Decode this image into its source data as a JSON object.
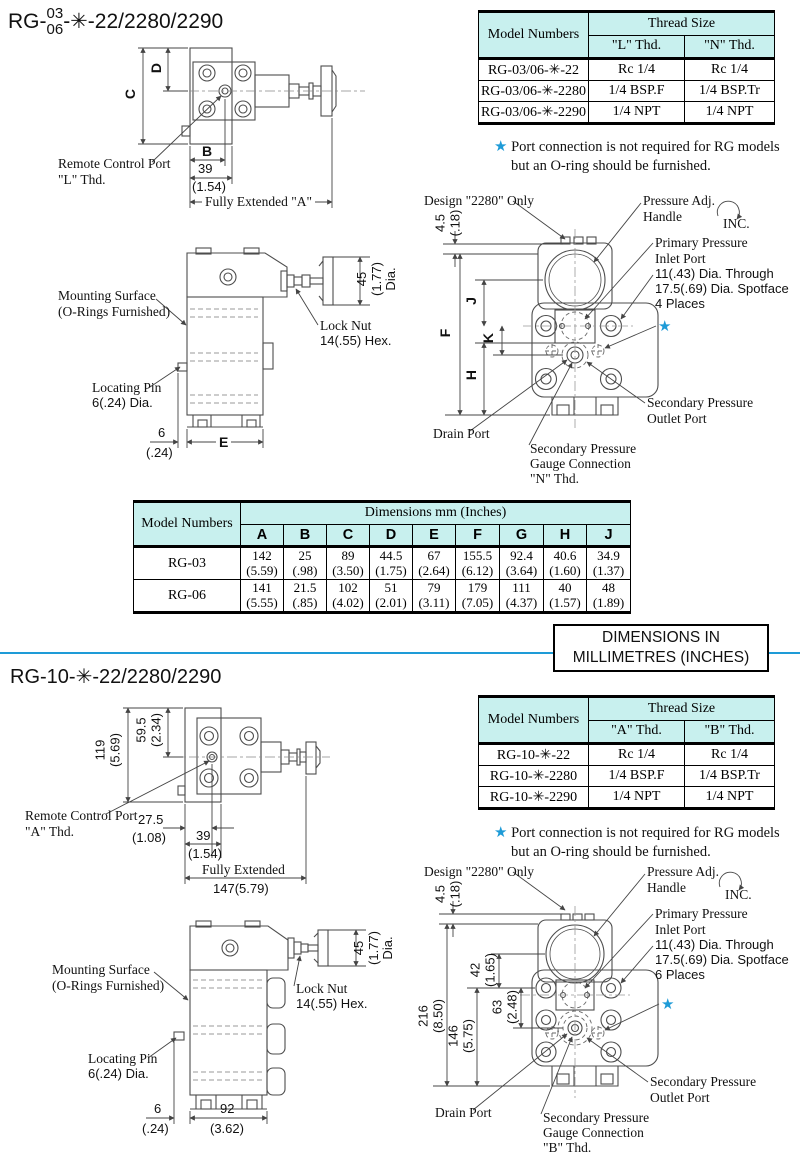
{
  "divider": {
    "line1": "DIMENSIONS IN",
    "line2": "MILLIMETRES (INCHES)"
  },
  "s1": {
    "title": {
      "prefix": "RG-",
      "num_top": "03",
      "num_bottom": "06",
      "suffix": "-✳-22/2280/2290"
    },
    "thread_table": {
      "model_header": "Model Numbers",
      "group_header": "Thread Size",
      "col1": "\"L\" Thd.",
      "col2": "\"N\" Thd.",
      "rows": [
        {
          "model": "RG-03/06-✳-22",
          "v1": "Rc 1/4",
          "v2": "Rc 1/4"
        },
        {
          "model": "RG-03/06-✳-2280",
          "v1": "1/4 BSP.F",
          "v2": "1/4 BSP.Tr"
        },
        {
          "model": "RG-03/06-✳-2290",
          "v1": "1/4 NPT",
          "v2": "1/4 NPT"
        }
      ]
    },
    "note": {
      "star": "★",
      "line1": "Port connection is not required for RG models",
      "line2": "but an O-ring should be furnished."
    },
    "top_view": {
      "dim_c": "C",
      "dim_d": "D",
      "dim_b": "B",
      "dim_39": "39",
      "dim_39_in": "(1.54)",
      "fully_extended": "Fully Extended \"A\"",
      "remote_1": "Remote Control Port",
      "remote_2": "\"L\" Thd."
    },
    "side_view": {
      "mounting_1": "Mounting Surface",
      "mounting_2": "(O-Rings Furnished)",
      "locating_1": "Locating Pin",
      "locating_2": "6(.24) Dia.",
      "locknut_1": "Lock Nut",
      "locknut_2": "14(.55) Hex.",
      "dia_mm": "45",
      "dia_in": "(1.77)",
      "dia_word": "Dia.",
      "dim6": "6",
      "dim6_in": "(.24)",
      "dim_e": "E"
    },
    "front_view": {
      "design": "Design \"2280\" Only",
      "dim45": "4.5",
      "dim45_in": "(.18)",
      "handle_1": "Pressure Adj.",
      "handle_2": "Handle",
      "inc": "INC.",
      "primary_1": "Primary Pressure",
      "primary_2": "Inlet Port",
      "spot_1": "11(.43) Dia. Through",
      "spot_2": "17.5(.69) Dia. Spotface",
      "spot_3": "4 Places",
      "star": "★",
      "outlet_1": "Secondary Pressure",
      "outlet_2": "Outlet Port",
      "drain": "Drain Port",
      "gauge_1": "Secondary Pressure",
      "gauge_2": "Gauge Connection",
      "gauge_3": "\"N\" Thd.",
      "dim_f": "F",
      "dim_h": "H",
      "dim_j": "J",
      "dim_k": "K"
    },
    "dim_table": {
      "model_header": "Model Numbers",
      "group_header": "Dimensions mm (Inches)",
      "cols": [
        "A",
        "B",
        "C",
        "D",
        "E",
        "F",
        "G",
        "H",
        "J"
      ],
      "rows": [
        {
          "model": "RG-03",
          "mm": [
            "142",
            "25",
            "89",
            "44.5",
            "67",
            "155.5",
            "92.4",
            "40.6",
            "34.9"
          ],
          "in": [
            "(5.59)",
            "(.98)",
            "(3.50)",
            "(1.75)",
            "(2.64)",
            "(6.12)",
            "(3.64)",
            "(1.60)",
            "(1.37)"
          ]
        },
        {
          "model": "RG-06",
          "mm": [
            "141",
            "21.5",
            "102",
            "51",
            "79",
            "179",
            "111",
            "40",
            "48"
          ],
          "in": [
            "(5.55)",
            "(.85)",
            "(4.02)",
            "(2.01)",
            "(3.11)",
            "(7.05)",
            "(4.37)",
            "(1.57)",
            "(1.89)"
          ]
        }
      ]
    }
  },
  "s2": {
    "title": "RG-10-✳-22/2280/2290",
    "thread_table": {
      "model_header": "Model Numbers",
      "group_header": "Thread Size",
      "col1": "\"A\" Thd.",
      "col2": "\"B\" Thd.",
      "rows": [
        {
          "model": "RG-10-✳-22",
          "v1": "Rc 1/4",
          "v2": "Rc 1/4"
        },
        {
          "model": "RG-10-✳-2280",
          "v1": "1/4 BSP.F",
          "v2": "1/4 BSP.Tr"
        },
        {
          "model": "RG-10-✳-2290",
          "v1": "1/4 NPT",
          "v2": "1/4 NPT"
        }
      ]
    },
    "note": {
      "star": "★",
      "line1": "Port connection is not required for RG models",
      "line2": "but an O-ring should be furnished."
    },
    "top_view": {
      "dim119": "119",
      "dim119_in": "(5.69)",
      "dim595": "59.5",
      "dim595_in": "(2.34)",
      "remote_1": "Remote Control Port",
      "remote_2": "\"A\" Thd.",
      "dim275": "27.5",
      "dim275_in": "(1.08)",
      "dim39": "39",
      "dim39_in": "(1.54)",
      "fe": "Fully Extended",
      "fe_val": "147(5.79)"
    },
    "side_view": {
      "mounting_1": "Mounting Surface",
      "mounting_2": "(O-Rings Furnished)",
      "locating_1": "Locating Pin",
      "locating_2": "6(.24) Dia.",
      "locknut_1": "Lock Nut",
      "locknut_2": "14(.55) Hex.",
      "dia_mm": "45",
      "dia_in": "(1.77)",
      "dia_word": "Dia.",
      "dim6": "6",
      "dim6_in": "(.24)",
      "dim92": "92",
      "dim92_in": "(3.62)"
    },
    "front_view": {
      "design": "Design \"2280\" Only",
      "dim45": "4.5",
      "dim45_in": "(.18)",
      "handle_1": "Pressure Adj.",
      "handle_2": "Handle",
      "inc": "INC.",
      "primary_1": "Primary Pressure",
      "primary_2": "Inlet Port",
      "spot_1": "11(.43) Dia. Through",
      "spot_2": "17.5(.69) Dia. Spotface",
      "spot_3": "6 Places",
      "star": "★",
      "outlet_1": "Secondary Pressure",
      "outlet_2": "Outlet Port",
      "drain": "Drain Port",
      "gauge_1": "Secondary Pressure",
      "gauge_2": "Gauge Connection",
      "gauge_3": "\"B\" Thd.",
      "dim42": "42",
      "dim42_in": "(1.65)",
      "dim63": "63",
      "dim63_in": "(2.48)",
      "dim216": "216",
      "dim216_in": "(8.50)",
      "dim146": "146",
      "dim146_in": "(5.75)"
    }
  }
}
